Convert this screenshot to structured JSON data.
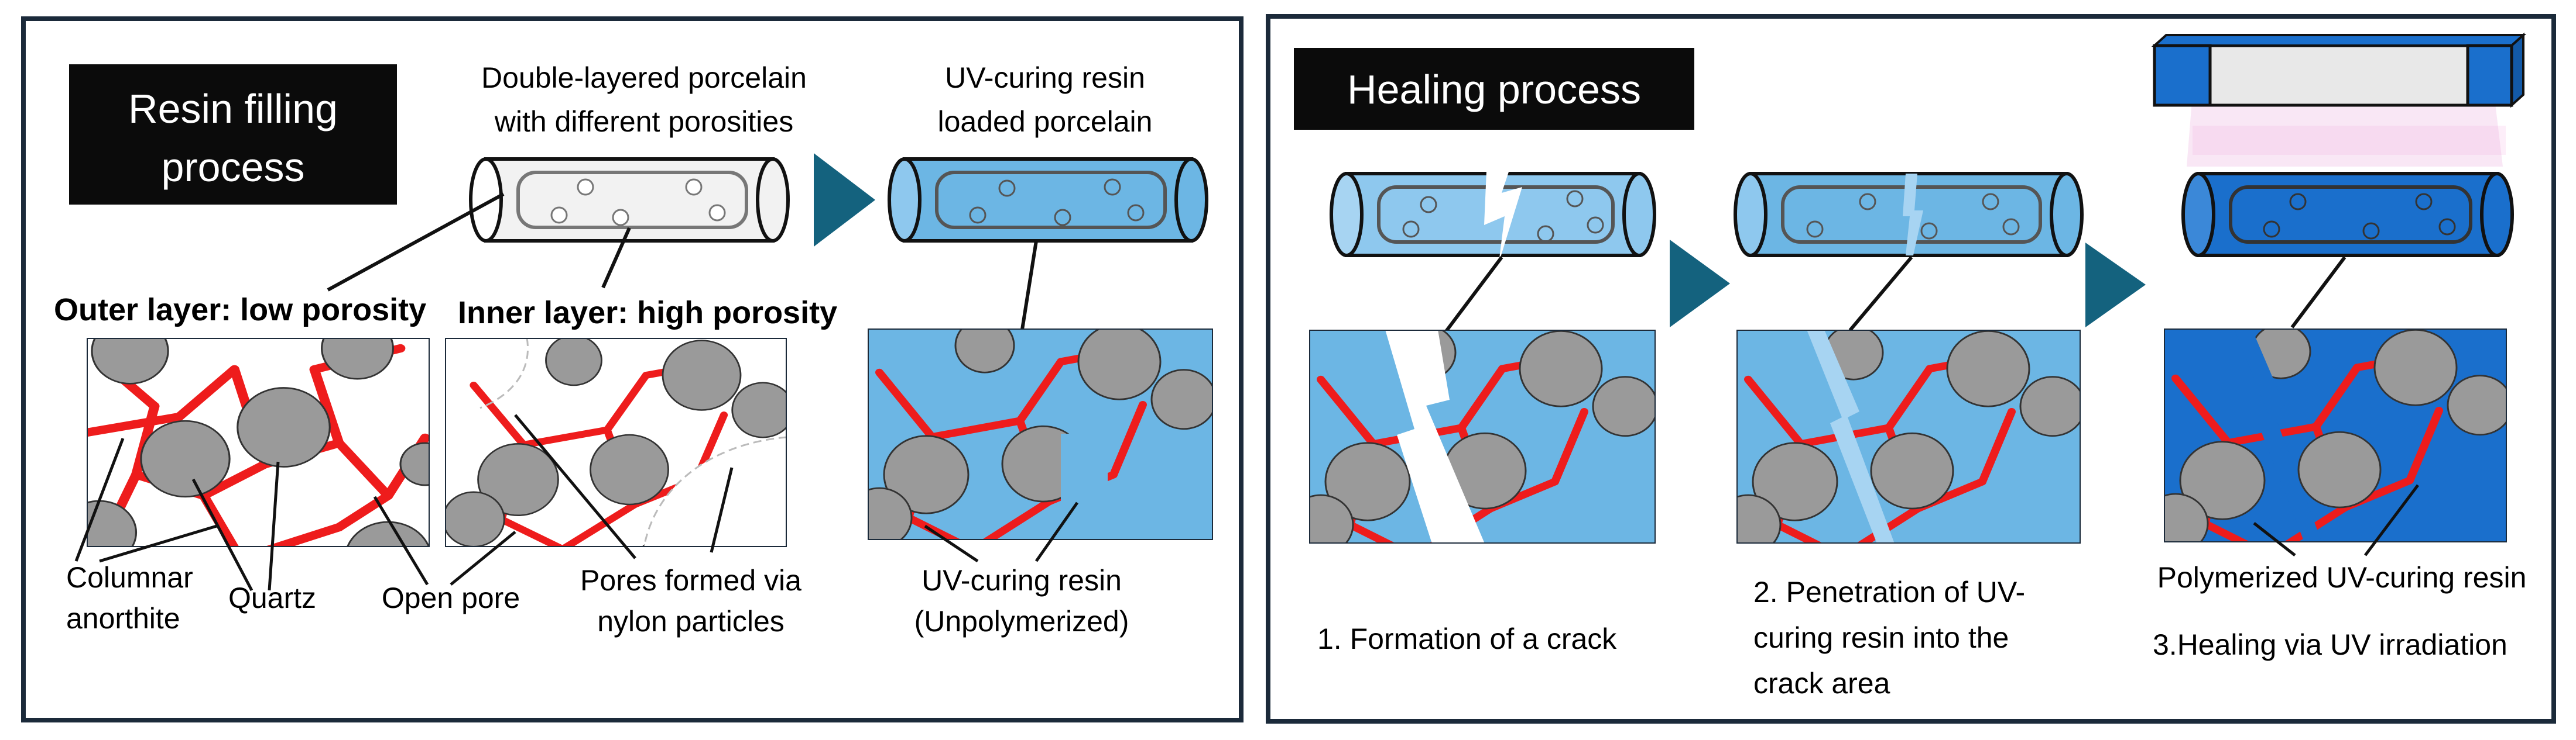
{
  "left_panel": {
    "badge": [
      "Resin filling",
      "process"
    ],
    "double_layer_label": [
      "Double-layered porcelain",
      "with different porosities"
    ],
    "loaded_label": [
      "UV-curing resin",
      "loaded porcelain"
    ],
    "outer_layer_label": "Outer layer: low porosity",
    "inner_layer_label": "Inner layer: high porosity",
    "columnar_label": [
      "Columnar",
      "anorthite"
    ],
    "quartz_label": "Quartz",
    "open_pore_label": "Open pore",
    "nylon_label": [
      "Pores formed via",
      "nylon particles"
    ],
    "resin_label": [
      "UV-curing resin",
      "(Unpolymerized)"
    ]
  },
  "right_panel": {
    "badge": "Healing process",
    "step1_label": "1. Formation of a crack",
    "step2_label": [
      "2. Penetration of UV-",
      "curing resin into the",
      "crack area"
    ],
    "polymerized_label": "Polymerized UV-curing resin",
    "step3_label": "3.Healing via UV irradiation"
  },
  "colors": {
    "panel_border": "#1b2a3a",
    "arrow": "#14627e",
    "resin_light": "#6cb6e4",
    "resin_dark": "#1a6fcc",
    "anorthite": "#ee1c1c",
    "quartz": "#9a9a9a",
    "badge_bg": "#0b0b0b"
  }
}
